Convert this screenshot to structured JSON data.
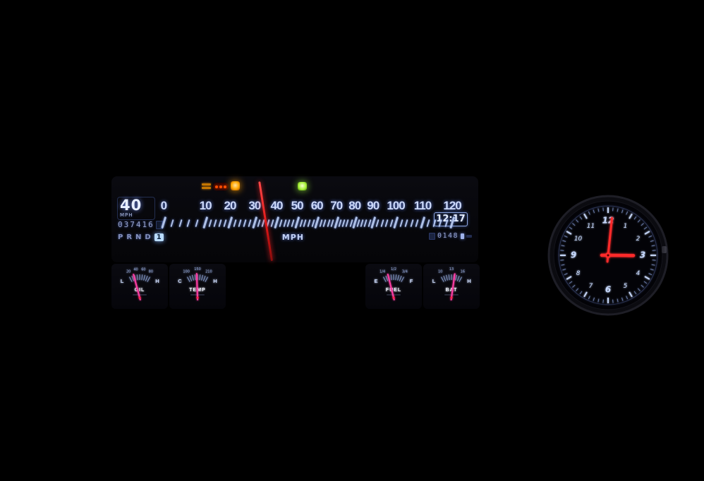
{
  "cluster": {
    "indicators": {
      "amber_badge_color": "#ffa200",
      "red_light_color": "#ff4e00",
      "amber_light_color": "#ffa600",
      "green_light_color": "#a8f23a"
    },
    "speed": {
      "value": "40",
      "unit": "MPH"
    },
    "odometer": {
      "value": "037416"
    },
    "gear": {
      "gears": [
        "P",
        "R",
        "N",
        "D",
        "1"
      ],
      "selected": "1"
    },
    "speedometer": {
      "labels": [
        "0",
        "10",
        "20",
        "30",
        "40",
        "50",
        "60",
        "70",
        "80",
        "90",
        "100",
        "110",
        "120"
      ],
      "unit": "MPH",
      "needle_value": 40,
      "needle_color": "#e01616"
    },
    "digital_clock": "12:17",
    "trip": {
      "value": "0148"
    },
    "gauges": [
      {
        "id": "oil",
        "label": "OIL",
        "left": "L",
        "right": "H",
        "ticks": [
          "20",
          "40",
          "60",
          "80"
        ],
        "needle_angle": -15
      },
      {
        "id": "temp",
        "label": "TEMP",
        "left": "C",
        "right": "H",
        "ticks": [
          "100",
          "150",
          "210"
        ],
        "needle_angle": -2
      },
      {
        "id": "fuel",
        "label": "FUEL",
        "left": "E",
        "right": "F",
        "ticks": [
          "1/4",
          "1/2",
          "3/4"
        ],
        "needle_angle": -14
      },
      {
        "id": "bat",
        "label": "BAT",
        "left": "L",
        "right": "H",
        "ticks": [
          "10",
          "13",
          "16"
        ],
        "needle_angle": 8
      }
    ],
    "colors": {
      "lume": "#c7d6f8",
      "mini_needle_pink": "#ff3da4"
    }
  },
  "clock": {
    "numerals": [
      "12",
      "1",
      "2",
      "3",
      "4",
      "5",
      "6",
      "7",
      "8",
      "9",
      "10",
      "11"
    ],
    "time": {
      "hour": 3,
      "minute": 1
    },
    "hand_color": "#ff2b2b",
    "face_color": "#c6d8fc"
  }
}
